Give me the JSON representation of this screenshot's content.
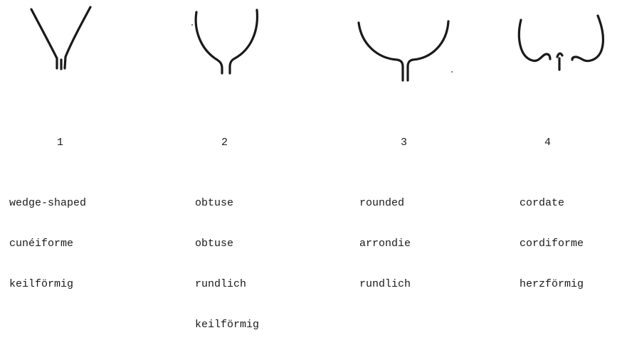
{
  "figure": {
    "items": [
      {
        "number": "1",
        "shape": "wedge-shaped leaf base",
        "terms": [
          "wedge-shaped",
          "cunéiforme",
          "keilförmig"
        ]
      },
      {
        "number": "2",
        "shape": "obtuse leaf base",
        "terms": [
          "obtuse",
          "obtuse",
          "rundlich",
          "keilförmig"
        ]
      },
      {
        "number": "3",
        "shape": "rounded leaf base",
        "terms": [
          "rounded",
          "arrondie",
          "rundlich"
        ]
      },
      {
        "number": "4",
        "shape": "cordate leaf base",
        "terms": [
          "cordate",
          "cordiforme",
          "herzförmig"
        ]
      }
    ],
    "stroke_color": "#1a1a1a"
  }
}
